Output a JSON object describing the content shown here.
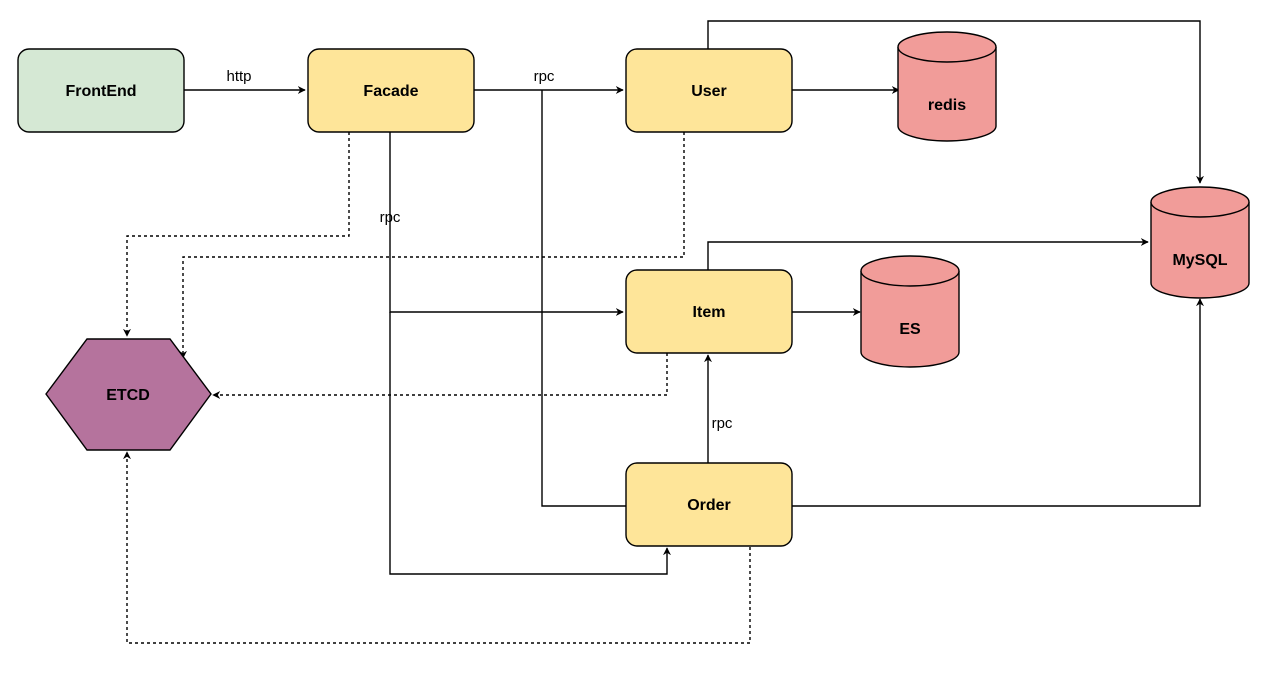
{
  "nodes": {
    "frontend": {
      "label": "FrontEnd",
      "shape": "rounded-rectangle",
      "fill": "#d5e8d4"
    },
    "facade": {
      "label": "Facade",
      "shape": "rounded-rectangle",
      "fill": "#fee599"
    },
    "user": {
      "label": "User",
      "shape": "rounded-rectangle",
      "fill": "#fee599"
    },
    "item": {
      "label": "Item",
      "shape": "rounded-rectangle",
      "fill": "#fee599"
    },
    "order": {
      "label": "Order",
      "shape": "rounded-rectangle",
      "fill": "#fee599"
    },
    "redis": {
      "label": "redis",
      "shape": "cylinder",
      "fill": "#f19c99"
    },
    "es": {
      "label": "ES",
      "shape": "cylinder",
      "fill": "#f19c99"
    },
    "mysql": {
      "label": "MySQL",
      "shape": "cylinder",
      "fill": "#f19c99"
    },
    "etcd": {
      "label": "ETCD",
      "shape": "hexagon",
      "fill": "#b5739d"
    }
  },
  "edges": [
    {
      "from": "frontend",
      "to": "facade",
      "label": "http",
      "style": "solid"
    },
    {
      "from": "facade",
      "to": "user",
      "label": "rpc",
      "style": "solid"
    },
    {
      "from": "facade",
      "to": "item",
      "label": "rpc",
      "style": "solid"
    },
    {
      "from": "facade",
      "to": "order",
      "label": "",
      "style": "solid"
    },
    {
      "from": "order",
      "to": "user",
      "label": "",
      "style": "solid"
    },
    {
      "from": "order",
      "to": "item",
      "label": "rpc",
      "style": "solid"
    },
    {
      "from": "user",
      "to": "redis",
      "label": "",
      "style": "solid"
    },
    {
      "from": "user",
      "to": "mysql",
      "label": "",
      "style": "solid"
    },
    {
      "from": "item",
      "to": "es",
      "label": "",
      "style": "solid"
    },
    {
      "from": "item",
      "to": "mysql",
      "label": "",
      "style": "solid"
    },
    {
      "from": "order",
      "to": "mysql",
      "label": "",
      "style": "solid"
    },
    {
      "from": "facade",
      "to": "etcd",
      "label": "",
      "style": "dashed"
    },
    {
      "from": "user",
      "to": "etcd",
      "label": "",
      "style": "dashed"
    },
    {
      "from": "item",
      "to": "etcd",
      "label": "",
      "style": "dashed"
    },
    {
      "from": "order",
      "to": "etcd",
      "label": "",
      "style": "dashed"
    }
  ],
  "colors": {
    "stroke": "#000000",
    "background": "#ffffff"
  }
}
